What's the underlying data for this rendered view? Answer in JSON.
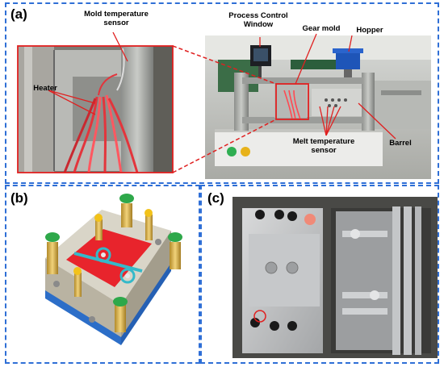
{
  "panels": {
    "a": {
      "label": "(a)"
    },
    "b": {
      "label": "(b)"
    },
    "c": {
      "label": "(c)"
    }
  },
  "annotations": {
    "mold_temp_sensor": "Mold temperature\nsensor",
    "heater": "Heater",
    "process_control": "Process Control\nWindow",
    "gear_mold": "Gear mold",
    "hopper": "Hopper",
    "melt_temp_sensor": "Melt temperature\nsensor",
    "barrel": "Barrel"
  },
  "colors": {
    "panel_border": "#2f6fd6",
    "leader_line": "#e02020",
    "zoom_line": "#e02020",
    "mold_red": "#e8242c",
    "mold_cyan": "#35b9c9",
    "green_pin": "#2ea84a",
    "yellow_pin": "#f2c21a"
  }
}
